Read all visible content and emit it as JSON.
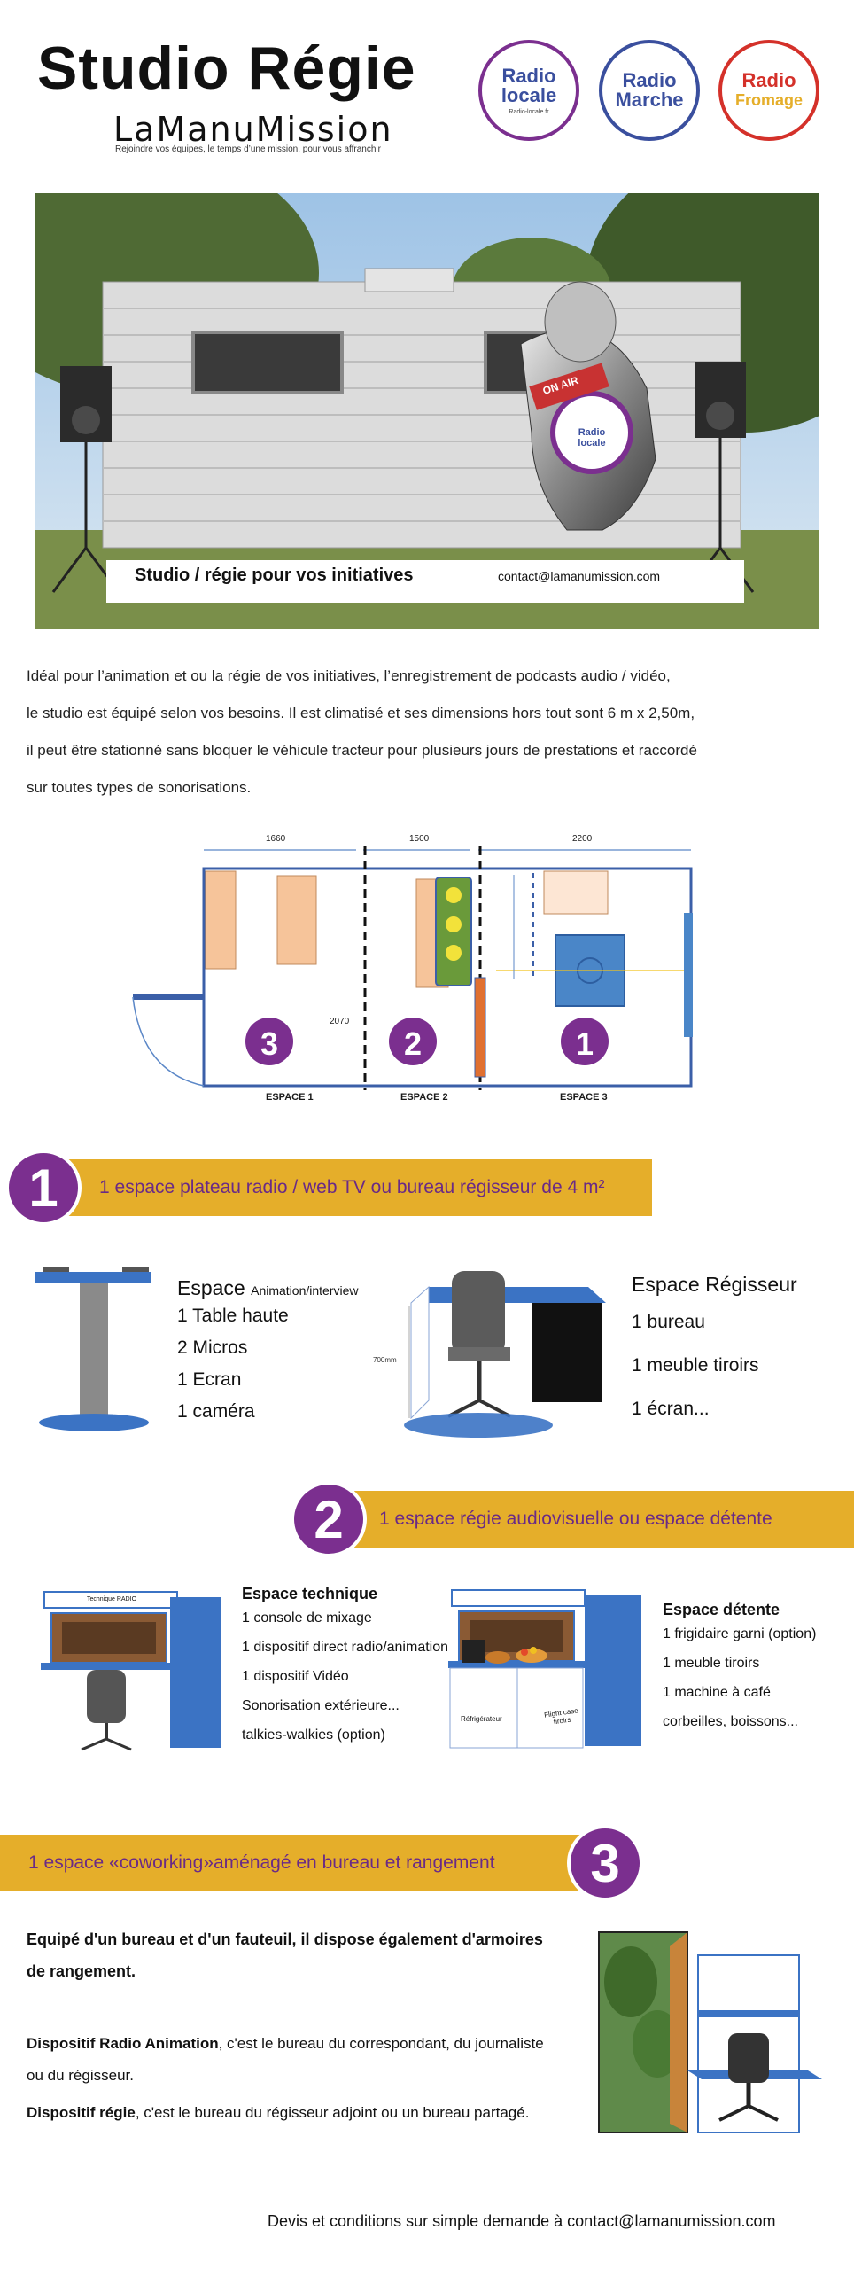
{
  "header": {
    "title": "Studio Régie",
    "brand": "LaManuMission",
    "tagline": "Rejoindre vos équipes, le temps d’une mission, pour vous affranchir",
    "logos": [
      {
        "line1": "Radio",
        "line2": "locale",
        "small": "Radio-locale.fr",
        "color": "#7b2f8f"
      },
      {
        "line1": "Radio",
        "line2": "Marche",
        "small": "",
        "color": "#3a4f9e"
      },
      {
        "line1": "Radio",
        "line2": "Fromage",
        "small": "",
        "color": "#d4312a"
      }
    ]
  },
  "hero": {
    "caption": "Studio / régie pour vos initiatives",
    "contact": "contact@lamanumission.com",
    "mic_label": "ON AIR",
    "mic_logo": "Radio locale"
  },
  "intro": [
    "Idéal pour l’animation et ou la régie de vos initiatives, l’enregistrement de podcasts audio / vidéo,",
    "le studio est équipé selon vos besoins. Il est climatisé et ses dimensions hors tout sont 6 m x 2,50m,",
    "il peut être stationné sans bloquer le véhicule tracteur pour plusieurs jours de prestations et raccordé",
    "sur toutes types de sonorisations."
  ],
  "plan": {
    "dims": [
      "1660",
      "1500",
      "2200"
    ],
    "height_label": "2070",
    "spaces": [
      "ESPACE 1",
      "ESPACE 2",
      "ESPACE 3"
    ],
    "numbers": [
      "3",
      "2",
      "1"
    ]
  },
  "section1": {
    "number": "1",
    "title": "1 espace plateau radio / web TV ou bureau régisseur de 4 m²",
    "left_heading": "Espace",
    "left_heading_small": "Animation/interview",
    "left_items": [
      "1 Table haute",
      "2 Micros",
      "1 Ecran",
      "1 caméra"
    ],
    "dim_label": "700mm",
    "right_heading": "Espace Régisseur",
    "right_items": [
      "1 bureau",
      "1 meuble tiroirs",
      "1 écran..."
    ]
  },
  "section2": {
    "number": "2",
    "title": "1 espace régie audiovisuelle ou espace détente",
    "tech_label": "Technique RADIO",
    "tech_heading": "Espace technique",
    "tech_items": [
      "1 console de mixage",
      "1 dispositif direct radio/animation",
      "1 dispositif Vidéo",
      "Sonorisation extérieure...",
      "talkies-walkies (option)"
    ],
    "fridge_label": "Réfrigérateur",
    "drawer_label": "Flight case tiroirs",
    "relax_heading": "Espace détente",
    "relax_items": [
      "1 frigidaire garni (option)",
      "1 meuble tiroirs",
      "1 machine à café",
      "corbeilles, boissons..."
    ]
  },
  "section3": {
    "number": "3",
    "title_a": "1 espace «coworking»",
    "title_b": " aménagé en bureau et rangement",
    "line1": "Equipé d'un bureau et d'un fauteuil, il dispose également d'armoires",
    "line2": "de rangement.",
    "radio_bold": "Dispositif Radio Animation",
    "radio_rest": ", c'est le bureau du correspondant, du journaliste",
    "radio_rest2": "ou du régisseur.",
    "regie_bold": "Dispositif régie",
    "regie_rest": ", c'est le bureau du régisseur adjoint ou un bureau partagé."
  },
  "footer": {
    "text": "Devis et conditions sur simple demande à contact@lamanumission.com"
  },
  "colors": {
    "purple": "#7b2f8f",
    "gold": "#e5ae2a",
    "blue": "#3b73c4",
    "orange": "#f6c49a"
  }
}
